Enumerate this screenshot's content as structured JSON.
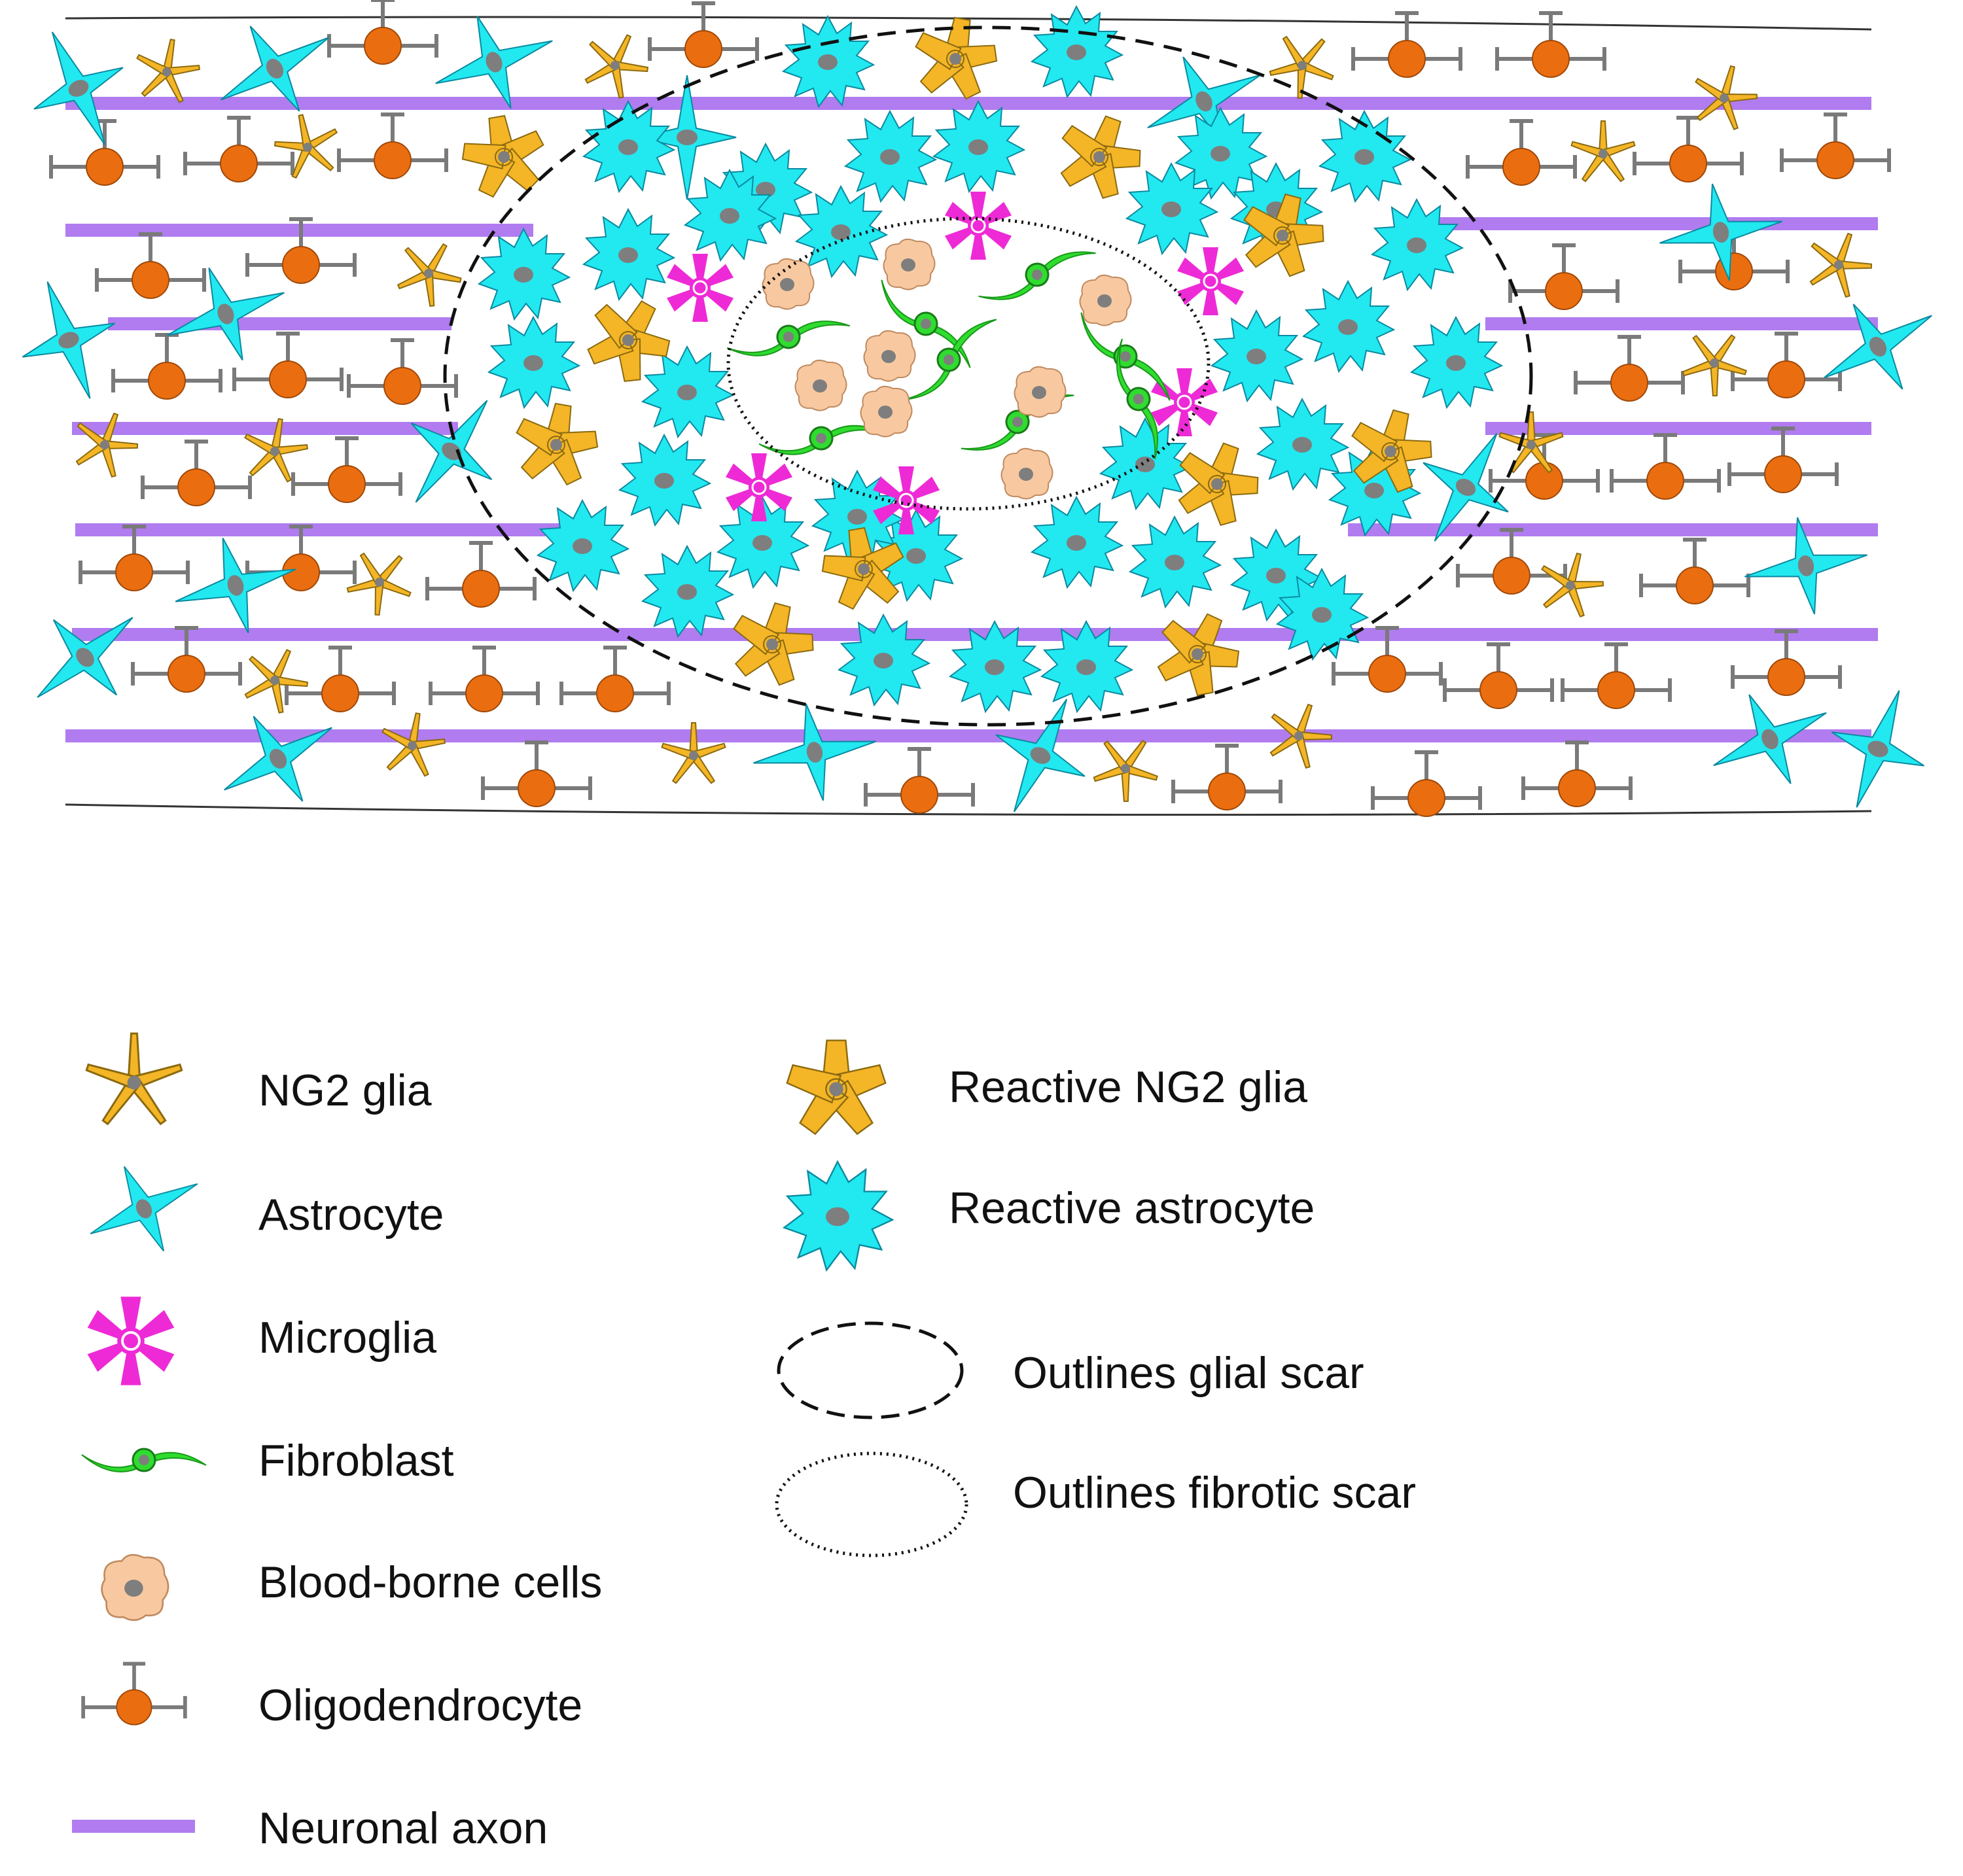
{
  "colors": {
    "axon": "#b07cf0",
    "ng2": "#f4b526",
    "astrocyte": "#22e8f0",
    "microglia": "#ee2ad6",
    "fibroblast": "#2fdc2f",
    "blood": "#f8c9a0",
    "oligo": "#ea6e10",
    "nucleus": "#7e7e7e",
    "outline": "#222222"
  },
  "legend": {
    "left": [
      {
        "icon": "ng2-glia-icon",
        "label": "NG2 glia"
      },
      {
        "icon": "astrocyte-icon",
        "label": "Astrocyte"
      },
      {
        "icon": "microglia-icon",
        "label": "Microglia"
      },
      {
        "icon": "fibroblast-icon",
        "label": "Fibroblast"
      },
      {
        "icon": "blood-borne-cell-icon",
        "label": "Blood-borne cells"
      },
      {
        "icon": "oligodendrocyte-icon",
        "label": "Oligodendrocyte"
      },
      {
        "icon": "neuronal-axon-icon",
        "label": "Neuronal axon"
      }
    ],
    "right": [
      {
        "icon": "reactive-ng2-glia-icon",
        "label": "Reactive NG2 glia"
      },
      {
        "icon": "reactive-astrocyte-icon",
        "label": "Reactive astrocyte"
      },
      {
        "icon": "glial-scar-outline-icon",
        "label": "Outlines glial scar"
      },
      {
        "icon": "fibrotic-scar-outline-icon",
        "label": "Outlines fibrotic scar"
      }
    ]
  }
}
